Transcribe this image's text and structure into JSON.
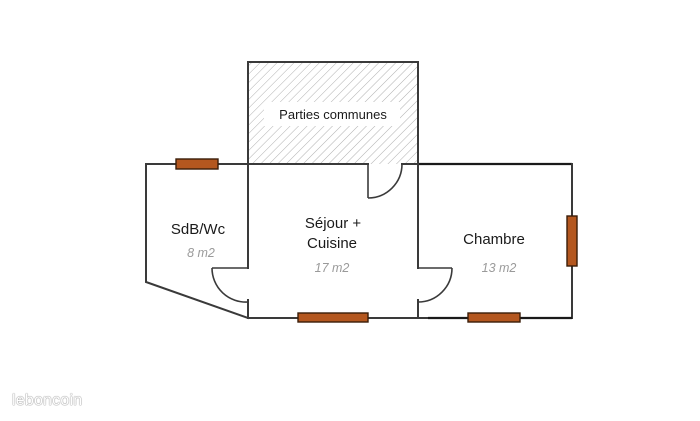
{
  "floorplan": {
    "common_area": {
      "label": "Parties communes"
    },
    "rooms": [
      {
        "name": "SdB/Wc",
        "area": "8 m2"
      },
      {
        "name_line1": "Séjour +",
        "name_line2": "Cuisine",
        "area": "17 m2"
      },
      {
        "name": "Chambre",
        "area": "13 m2"
      }
    ]
  },
  "colors": {
    "window_fill": "#b4571f",
    "wall": "#3a3a3a",
    "area_text": "#9a9a9a",
    "hatch": "#b0b0b0"
  },
  "watermark": {
    "text": "leboncoin"
  }
}
